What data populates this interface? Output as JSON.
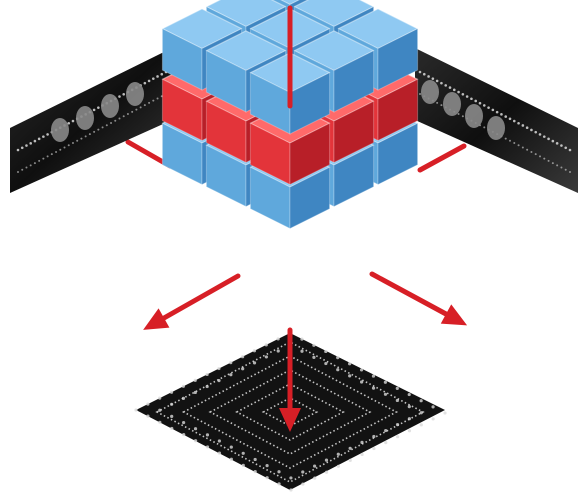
{
  "diagram": {
    "colors": {
      "background": "#ffffff",
      "cube_blue_top": "#8fc9f2",
      "cube_blue_left": "#5fa8dc",
      "cube_blue_right": "#3f86c2",
      "cube_red_top": "#ff6a6a",
      "cube_red_left": "#e3343a",
      "cube_red_right": "#b81f28",
      "arrow": "#d71f26",
      "scan_dark": "#161616",
      "scan_light": "#d9d9d9"
    },
    "cube_grid": {
      "columns": 3,
      "rows": 3
    },
    "layers": [
      {
        "name": "top-layer",
        "color": "blue"
      },
      {
        "name": "middle-layer",
        "color": "red"
      },
      {
        "name": "bottom-layer",
        "color": "blue"
      }
    ],
    "arrows": [
      "top-arrow-down",
      "back-left-arrow",
      "back-right-arrow",
      "front-left-arrow",
      "front-right-arrow",
      "bottom-arrow-down"
    ],
    "images": [
      "left-side-scan-slice",
      "right-side-scan-slice",
      "bottom-chip-scan-slice"
    ]
  }
}
